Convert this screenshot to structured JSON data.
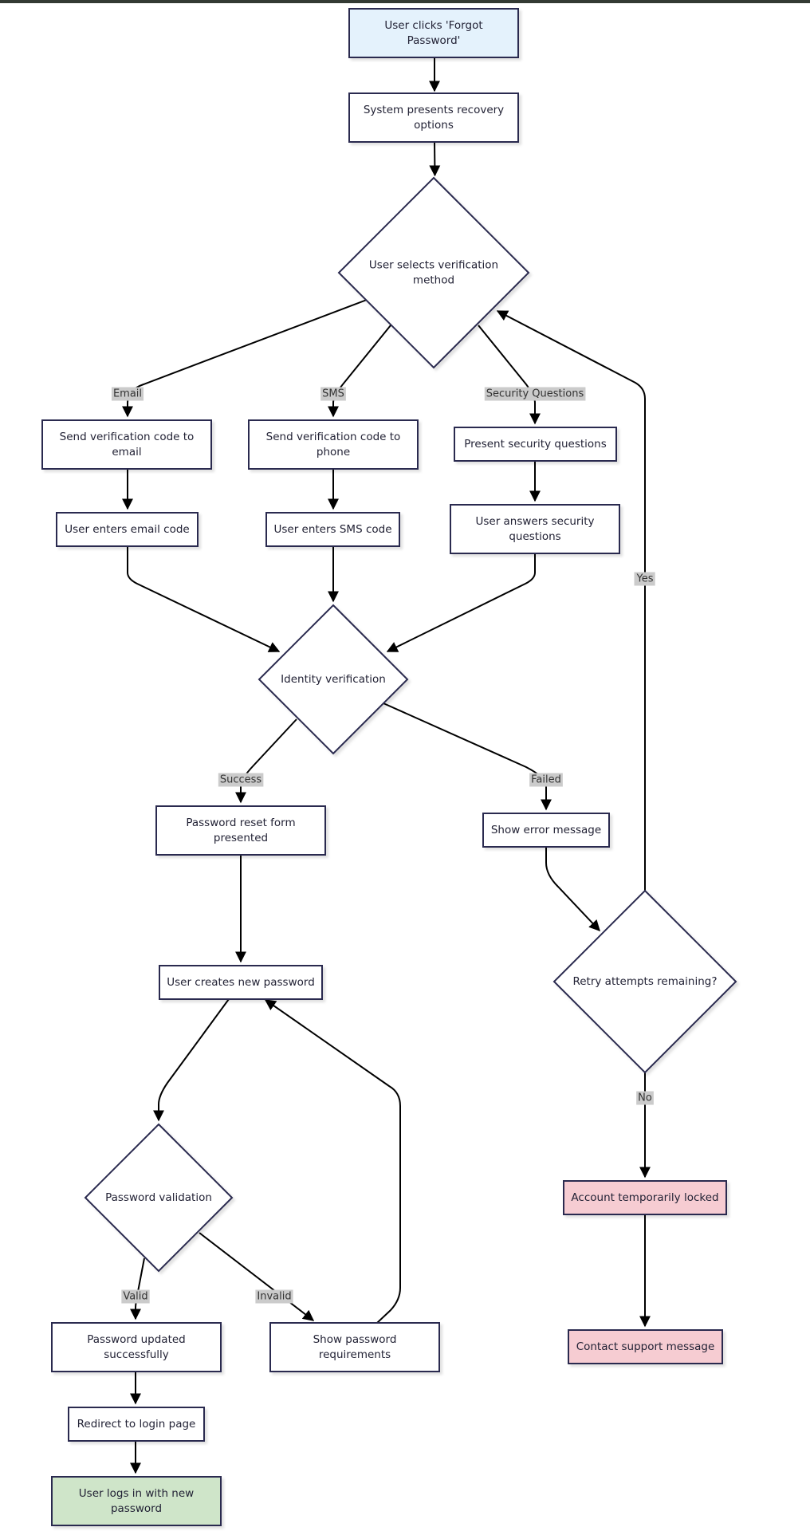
{
  "colors": {
    "node_fill": "#ffffff",
    "node_stroke": "#2c2c50",
    "start_fill": "#e4f2fc",
    "end_fill": "#cfe5c9",
    "locked_fill": "#f6ccd2",
    "edge": "#000000",
    "edge_label_bg": "#cbcbcb",
    "top_bar": "#333a33"
  },
  "nodes": {
    "start": {
      "lines": [
        "User clicks 'Forgot",
        "Password'"
      ]
    },
    "recovery": {
      "lines": [
        "System presents recovery",
        "options"
      ]
    },
    "select": {
      "lines": [
        "User selects verification",
        "method"
      ]
    },
    "send_email": {
      "lines": [
        "Send verification code to",
        "email"
      ]
    },
    "send_phone": {
      "lines": [
        "Send verification code to",
        "phone"
      ]
    },
    "present_q": {
      "lines": [
        "Present security questions"
      ]
    },
    "enter_email": {
      "lines": [
        "User enters email code"
      ]
    },
    "enter_sms": {
      "lines": [
        "User enters SMS code"
      ]
    },
    "answer_q": {
      "lines": [
        "User answers security",
        "questions"
      ]
    },
    "identity": {
      "lines": [
        "Identity verification"
      ]
    },
    "reset_form": {
      "lines": [
        "Password reset form",
        "presented"
      ]
    },
    "error": {
      "lines": [
        "Show error message"
      ]
    },
    "retry": {
      "lines": [
        "Retry attempts remaining?"
      ]
    },
    "create_pw": {
      "lines": [
        "User creates new password"
      ]
    },
    "validation": {
      "lines": [
        "Password validation"
      ]
    },
    "locked": {
      "lines": [
        "Account temporarily locked"
      ]
    },
    "updated": {
      "lines": [
        "Password updated",
        "successfully"
      ]
    },
    "requirements": {
      "lines": [
        "Show password",
        "requirements"
      ]
    },
    "contact": {
      "lines": [
        "Contact support message"
      ]
    },
    "redirect": {
      "lines": [
        "Redirect to login page"
      ]
    },
    "logs_in": {
      "lines": [
        "User logs in with new",
        "password"
      ]
    }
  },
  "edge_labels": {
    "email": "Email",
    "sms": "SMS",
    "security": "Security Questions",
    "yes": "Yes",
    "success": "Success",
    "failed": "Failed",
    "no": "No",
    "valid": "Valid",
    "invalid": "Invalid"
  }
}
